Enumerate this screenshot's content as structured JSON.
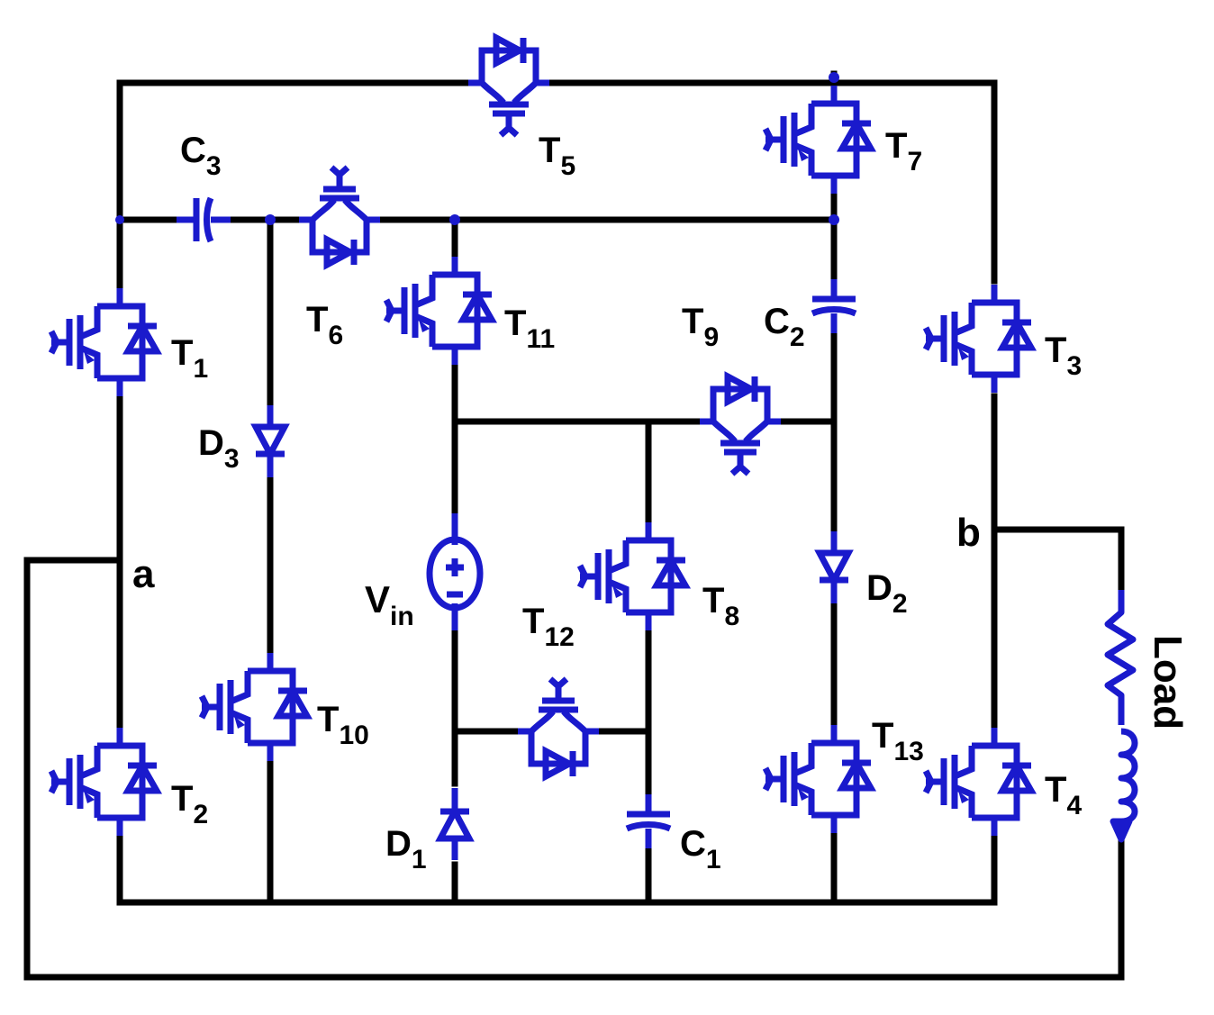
{
  "colors": {
    "wire": "#000000",
    "device": "#1a1acc",
    "background": "#ffffff"
  },
  "nodes": {
    "a": "a",
    "b": "b"
  },
  "source": {
    "main": "V",
    "sub": "in"
  },
  "load": "Load",
  "switches": [
    {
      "id": "T1",
      "main": "T",
      "sub": "1"
    },
    {
      "id": "T2",
      "main": "T",
      "sub": "2"
    },
    {
      "id": "T3",
      "main": "T",
      "sub": "3"
    },
    {
      "id": "T4",
      "main": "T",
      "sub": "4"
    },
    {
      "id": "T5",
      "main": "T",
      "sub": "5"
    },
    {
      "id": "T6",
      "main": "T",
      "sub": "6"
    },
    {
      "id": "T7",
      "main": "T",
      "sub": "7"
    },
    {
      "id": "T8",
      "main": "T",
      "sub": "8"
    },
    {
      "id": "T9",
      "main": "T",
      "sub": "9"
    },
    {
      "id": "T10",
      "main": "T",
      "sub": "10"
    },
    {
      "id": "T11",
      "main": "T",
      "sub": "11"
    },
    {
      "id": "T12",
      "main": "T",
      "sub": "12"
    },
    {
      "id": "T13",
      "main": "T",
      "sub": "13"
    }
  ],
  "capacitors": [
    {
      "id": "C1",
      "main": "C",
      "sub": "1"
    },
    {
      "id": "C2",
      "main": "C",
      "sub": "2"
    },
    {
      "id": "C3",
      "main": "C",
      "sub": "3"
    }
  ],
  "diodes": [
    {
      "id": "D1",
      "main": "D",
      "sub": "1"
    },
    {
      "id": "D2",
      "main": "D",
      "sub": "2"
    },
    {
      "id": "D3",
      "main": "D",
      "sub": "3"
    }
  ]
}
